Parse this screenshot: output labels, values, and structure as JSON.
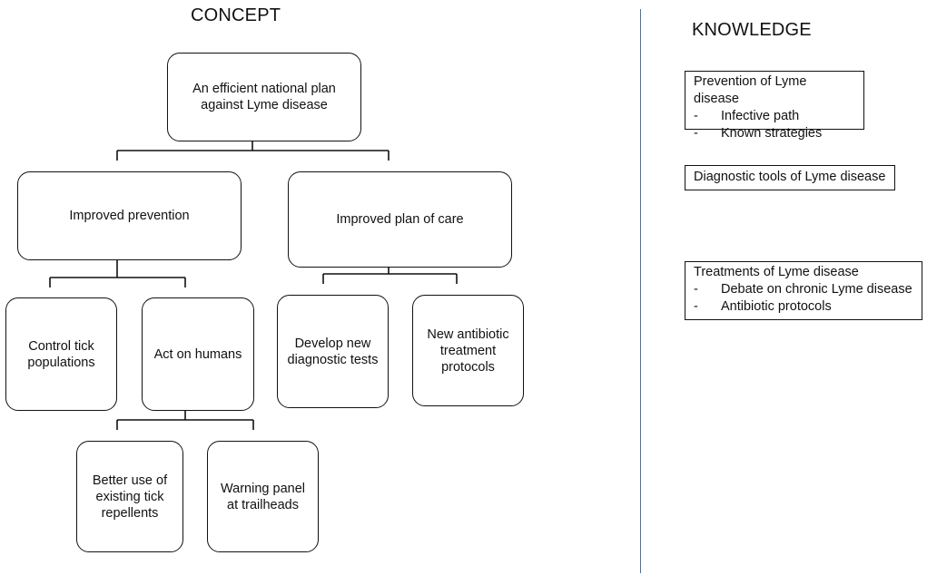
{
  "concept": {
    "heading": "CONCEPT",
    "nodes": {
      "root": [
        "An efficient national plan",
        "against Lyme disease"
      ],
      "prevention": [
        "Improved prevention"
      ],
      "care": [
        "Improved plan of care"
      ],
      "tick_control": [
        "Control tick",
        "populations"
      ],
      "act_humans": [
        "Act on humans"
      ],
      "diagnostic": [
        "Develop new",
        "diagnostic tests"
      ],
      "antibiotic": [
        "New antibiotic",
        "treatment",
        "protocols"
      ],
      "repellents": [
        "Better use of",
        "existing tick",
        "repellents"
      ],
      "warning_panel": [
        "Warning panel",
        "at trailheads"
      ]
    }
  },
  "knowledge": {
    "heading": "KNOWLEDGE",
    "boxes": [
      {
        "title": "Prevention of Lyme disease",
        "items": [
          "Infective path",
          "Known strategies"
        ]
      },
      {
        "title": "Diagnostic tools of Lyme disease",
        "items": []
      },
      {
        "title": "Treatments of Lyme disease",
        "items": [
          "Debate on chronic Lyme disease",
          "Antibiotic protocols"
        ]
      }
    ]
  },
  "colors": {
    "line": "#111111",
    "divider": "#5a6f91"
  }
}
